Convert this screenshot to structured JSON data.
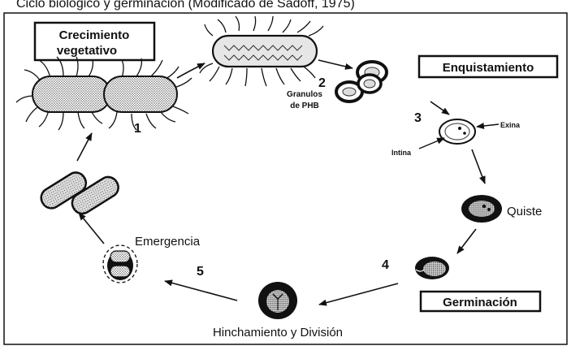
{
  "top_partial_text": "Ciclo biologico y germinación (Modificado de Sadoff, 1975)",
  "labels": {
    "crecimiento_line1": "Crecimiento",
    "crecimiento_line2": "vegetativo",
    "enquistamiento": "Enquistamiento",
    "granulos_line1": "Granulos",
    "granulos_line2": "de PHB",
    "exina": "Exina",
    "intina": "Intina",
    "quiste": "Quiste",
    "germinacion": "Germinación",
    "hinchamiento": "Hinchamiento y División",
    "emergencia": "Emergencia"
  },
  "steps": [
    "1",
    "2",
    "3",
    "4",
    "5"
  ],
  "colors": {
    "ink": "#111111",
    "stipple": "#9a9a9a",
    "background": "#ffffff"
  }
}
